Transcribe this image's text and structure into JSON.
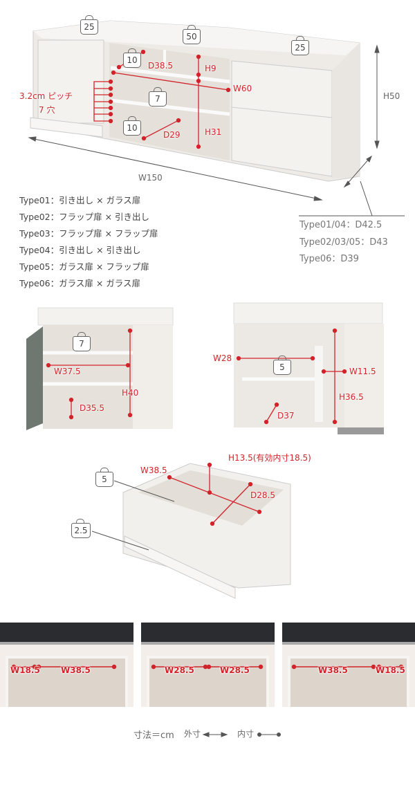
{
  "main_diagram": {
    "weights": {
      "left_top": "25",
      "center_top": "50",
      "right_top": "25",
      "upper_shelf": "10",
      "middle_shelf": "7",
      "bottom_shelf": "10"
    },
    "labels": {
      "d_upper": "D38.5",
      "h_upper": "H9",
      "w_inner": "W60",
      "pitch": "3.2cm ピッチ",
      "holes": "7 穴",
      "d_lower": "D29",
      "h_lower": "H31",
      "height": "H50",
      "width": "W150"
    }
  },
  "types": [
    "Type01：引き出し × ガラス扉",
    "Type02：フラップ扉 × 引き出し",
    "Type03：フラップ扉 × フラップ扉",
    "Type04：引き出し × 引き出し",
    "Type05：ガラス扉 × フラップ扉",
    "Type06：ガラス扉 × ガラス扉"
  ],
  "depths": [
    "Type01/04：D42.5",
    "Type02/03/05：D43",
    "Type06：D39"
  ],
  "glass_cabinet": {
    "weight": "7",
    "width": "W37.5",
    "height": "H40",
    "depth": "D35.5"
  },
  "flap_cabinet": {
    "width": "W28",
    "weight": "5",
    "partition_width": "W11.5",
    "height": "H36.5",
    "depth": "D37"
  },
  "drawer": {
    "height": "H13.5(有効内寸18.5)",
    "width": "W38.5",
    "depth": "D28.5",
    "weight_drawer": "5",
    "weight_front": "2.5"
  },
  "photos": [
    {
      "labels": [
        "W18.5",
        "W38.5"
      ]
    },
    {
      "labels": [
        "W28.5",
        "W28.5"
      ]
    },
    {
      "labels": [
        "W38.5",
        "W18.5"
      ]
    }
  ],
  "legend": {
    "unit": "寸法＝cm",
    "outer": "外寸",
    "inner": "内寸"
  },
  "colors": {
    "accent": "#d2232a",
    "cabinet": "#f2f0ed"
  }
}
